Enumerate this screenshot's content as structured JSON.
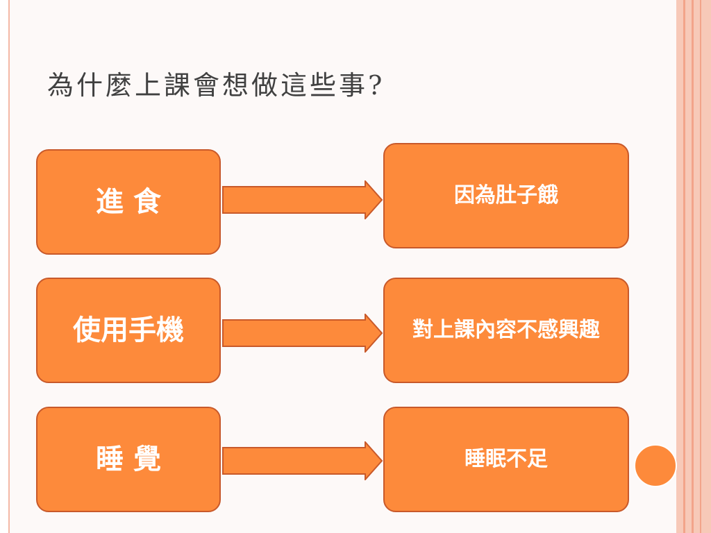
{
  "slide": {
    "title": "為什麼上課會想做這些事?"
  },
  "rows": [
    {
      "action": "進 食",
      "reason": "因為肚子餓"
    },
    {
      "action": "使用手機",
      "reason": "對上課內容不感興趣"
    },
    {
      "action": "睡 覺",
      "reason": "睡眠不足"
    }
  ],
  "colors": {
    "box_fill": "#fd8a3b",
    "box_border": "#c8592a",
    "title_text": "#404040",
    "frame_accent": "#f2a48a"
  }
}
